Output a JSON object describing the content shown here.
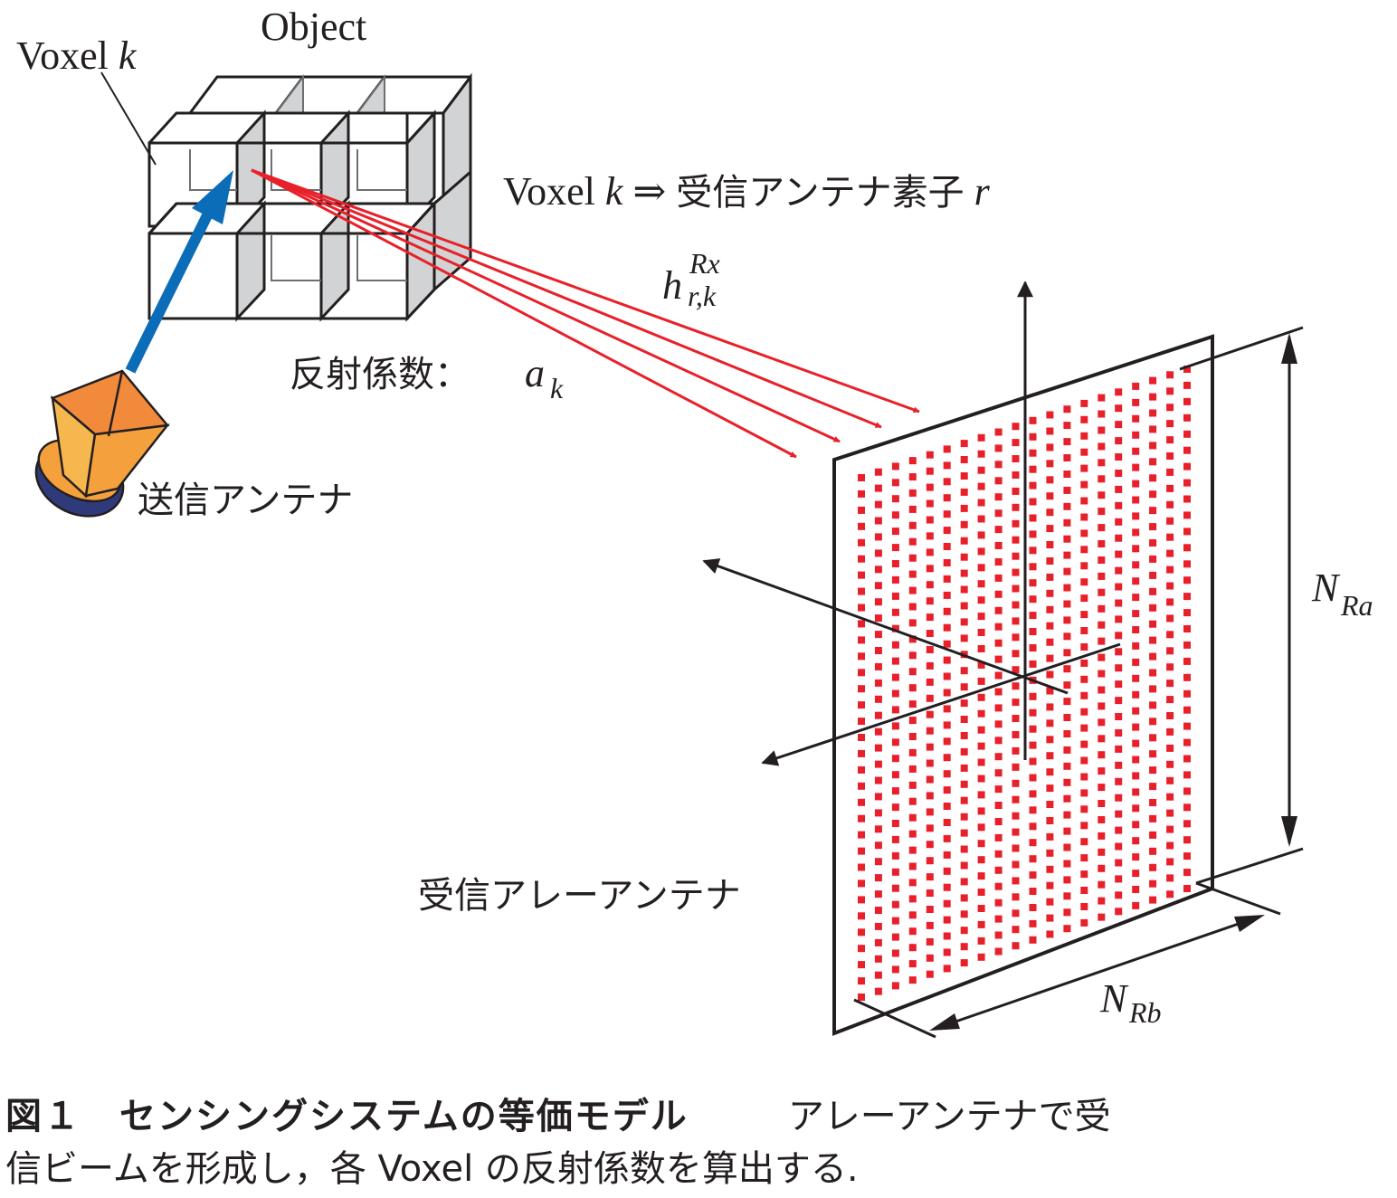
{
  "labels": {
    "object": "Object",
    "voxel_k_word": "Voxel",
    "voxel_k_var": "k",
    "mapping_prefix": "Voxel",
    "mapping_k": "k",
    "mapping_arrow": "⇒",
    "mapping_target": "受信アンテナ素子",
    "mapping_r": "r",
    "h_base": "h",
    "h_sup": "Rx",
    "h_sub": "r,k",
    "reflection_text": "反射係数：",
    "reflection_var": "a",
    "reflection_sub": "k",
    "tx_antenna": "送信アンテナ",
    "rx_array": "受信アレーアンテナ",
    "nra_base": "N",
    "nra_sub": "Ra",
    "nrb_base": "N",
    "nrb_sub": "Rb"
  },
  "caption": {
    "figure_title": "図１　センシングシステムの等価モデル",
    "text_line1": "アレーアンテナで受",
    "text_line2": "信ビームを形成し，各 Voxel の反射係数を算出する."
  },
  "colors": {
    "ray": "#e8202a",
    "tx_beam": "#0b6db8",
    "element": "#e8202a",
    "antenna_face": "#f4a13d",
    "antenna_base": "#2e3a7a",
    "cube_face": "#d1d3d4"
  }
}
